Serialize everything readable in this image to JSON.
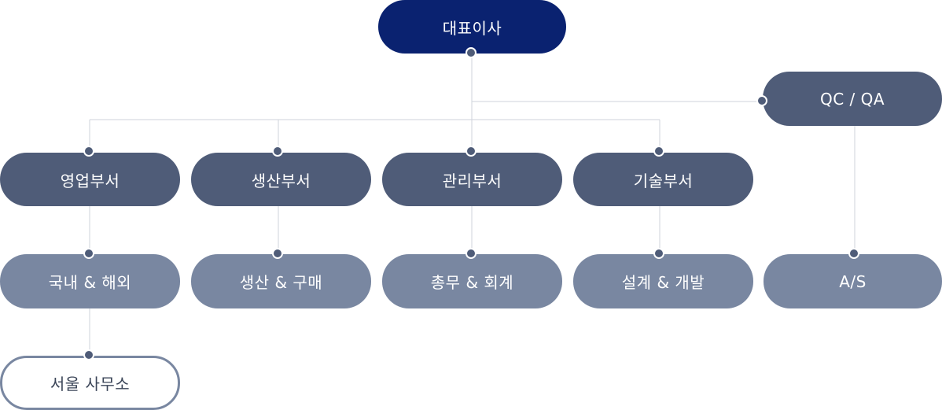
{
  "chart": {
    "ceo": "대표이사",
    "qc_qa": "QC / QA",
    "as": "A/S",
    "departments": [
      "영업부서",
      "생산부서",
      "관리부서",
      "기술부서"
    ],
    "teams": [
      "국내 & 해외",
      "생산 & 구매",
      "총무 & 회계",
      "설계 & 개발"
    ],
    "office": "서울 사무소"
  },
  "colors": {
    "ceo": "#0a2270",
    "department": "#4f5c78",
    "team": "#7987a1",
    "line": "#cfd3db"
  }
}
